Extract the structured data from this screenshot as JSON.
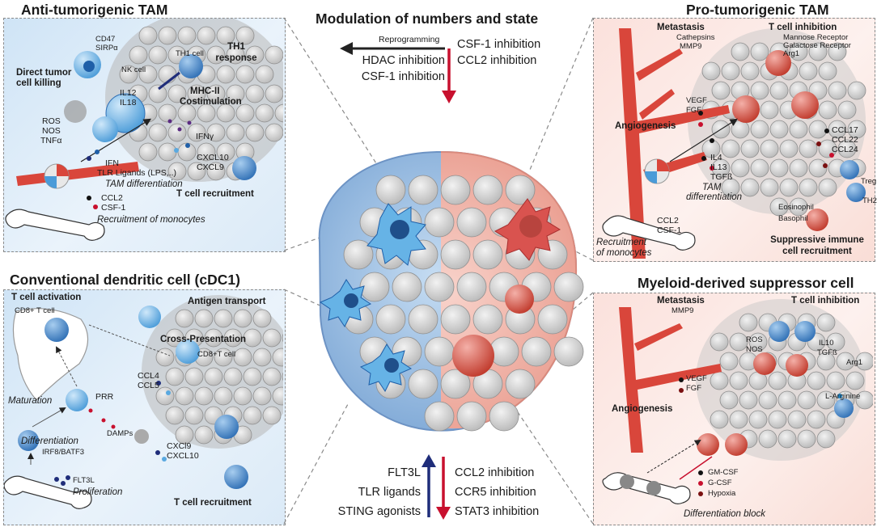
{
  "center": {
    "title": "Modulation of numbers and state",
    "reprogramming": "Reprogramming",
    "left_top_1": "HDAC inhibition",
    "left_top_2": "CSF-1 inhibition",
    "right_top_1": "CSF-1 inhibition",
    "right_top_2": "CCL2 inhibition",
    "left_bottom": [
      "FLT3L",
      "TLR ligands",
      "STING agonists"
    ],
    "right_bottom": [
      "CCL2 inhibition",
      "CCR5 inhibition",
      "STAT3 inhibition"
    ]
  },
  "anti_tam": {
    "title": "Anti-tumorigenic TAM",
    "cd47": "CD47",
    "sirpa": "SIRPα",
    "direct_killing_1": "Direct tumor",
    "direct_killing_2": "cell killing",
    "nk_cell": "NK cell",
    "th1_cell": "TH1 cell",
    "th1_response_1": "TH1",
    "th1_response_2": "response",
    "il12": "IL12",
    "il18": "IL18",
    "mhc_1": "MHC-II",
    "mhc_2": "Costimulation",
    "ros": "ROS",
    "nos": "NOS",
    "tnfa": "TNFα",
    "ifng": "IFNγ",
    "cxcl10": "CXCL10",
    "cxcl9": "CXCL9",
    "ifn": "IFN",
    "tlr": "TLR Ligands (LPS,..)",
    "tam_diff": "TAM differentiation",
    "t_recruit": "T cell recruitment",
    "ccl2": "CCL2",
    "csf1": "CSF-1",
    "monocytes": "Recruitment of monocytes"
  },
  "pro_tam": {
    "title": "Pro-tumorigenic TAM",
    "metastasis": "Metastasis",
    "cathepsins": "Cathepsins",
    "mmp9": "MMP9",
    "t_inhib": "T cell inhibition",
    "mannose": "Mannose Receptor",
    "galactose": "Galactose Receptor",
    "arg1": "Arg1",
    "vegf": "VEGF",
    "fgf": "FGF",
    "angiogenesis": "Angiogenesis",
    "ccl17": "CCL17",
    "ccl22": "CCL22",
    "ccl24": "CCL24",
    "il4": "IL4",
    "il13": "IL13",
    "tgfb": "TGFß",
    "tam_diff_1": "TAM",
    "tam_diff_2": "differentiation",
    "eosinophil": "Eosinophil",
    "basophil": "Basophil",
    "treg": "Treg",
    "th2": "TH2",
    "ccl2": "CCL2",
    "csf1": "CSF-1",
    "monocytes_1": "Recruitment",
    "monocytes_2": "of monocytes",
    "suppressive_1": "Suppressive immune",
    "suppressive_2": "cell recruitment"
  },
  "cdc1": {
    "title": "Conventional dendritic cell (cDC1)",
    "t_activation": "T cell activation",
    "cd8": "CD8+ T cell",
    "antigen": "Antigen transport",
    "cross": "Cross-Presentation",
    "cd8t": "CD8+T cell",
    "ccl4": "CCL4",
    "ccl5": "CCL5",
    "maturation": "Maturation",
    "prr": "PRR",
    "damps": "DAMPs",
    "differentiation": "Differentiation",
    "irf8": "IRF8/BATF3",
    "cxcl9": "CXCl9",
    "cxcl10": "CXCL10",
    "flt3l": "FLT3L",
    "proliferation": "Proliferation",
    "t_recruit": "T cell recruitment"
  },
  "mdsc": {
    "title": "Myeloid-derived suppressor cell",
    "metastasis": "Metastasis",
    "mmp9": "MMP9",
    "t_inhib": "T cell inhibition",
    "ros": "ROS",
    "nos": "NOS",
    "il10": "IL10",
    "tgfb": "TGFß",
    "arg1": "Arg1",
    "larg": "L-Arginine",
    "vegf": "VEGF",
    "fgf": "FGF",
    "angiogenesis": "Angiogenesis",
    "gmcsf": "GM-CSF",
    "gcsf": "G-CSF",
    "hypoxia": "Hypoxia",
    "diff_block": "Differentiation block"
  },
  "colors": {
    "blue_cell": "#5aa9e0",
    "red_cell": "#d9534f",
    "vessel": "#d9463b",
    "arrow_blue": "#1f2d7a",
    "arrow_red": "#c8102e",
    "grey_cell": "#c9c9c9"
  }
}
